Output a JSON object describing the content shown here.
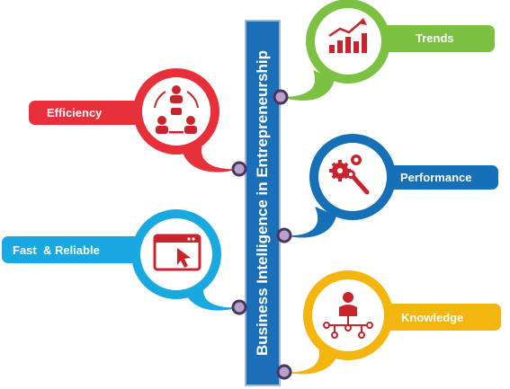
{
  "title": "Business  Intelligence in Entrepreneurship",
  "items": [
    {
      "label": "Trends",
      "side": "right",
      "color": "#7cc142",
      "icon": "bar-chart-trend-icon"
    },
    {
      "label": "Efficiency",
      "side": "left",
      "color": "#e8303a",
      "icon": "team-meeting-icon"
    },
    {
      "label": "Performance",
      "side": "right",
      "color": "#1570b8",
      "icon": "gears-wrench-icon"
    },
    {
      "label": "Fast  & Reliable",
      "side": "left",
      "color": "#19a9e0",
      "icon": "browser-cursor-icon"
    },
    {
      "label": "Knowledge",
      "side": "right",
      "color": "#f5b50f",
      "icon": "person-network-icon"
    }
  ],
  "colors": {
    "title_bar": "#1a6fb7",
    "connector_fill": "#b9a3c8",
    "connector_stroke": "#4a3560",
    "icon_red": "#c9242c"
  }
}
